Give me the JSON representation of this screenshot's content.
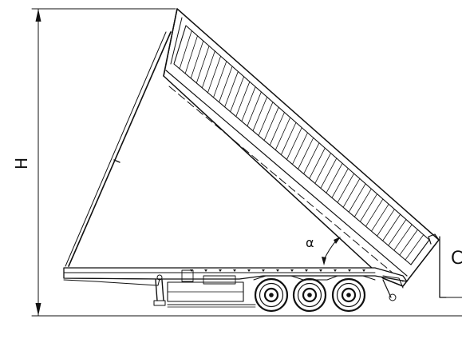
{
  "labels": {
    "height": "H",
    "angle": "α",
    "edge_letter": "C"
  },
  "colors": {
    "line": "#111111",
    "background": "#ffffff"
  }
}
